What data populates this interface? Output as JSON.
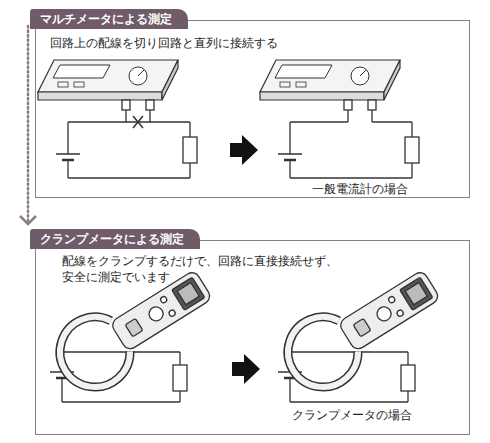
{
  "diagram": {
    "nodes": [
      {
        "text": [
          "マルチメータによる測定",
          "回路上の配線を切り回路と直列に接続する"
        ]
      },
      {
        "text": [
          "クランプメータによる測定",
          "配線をクランプするだけで、回路に直接接続せず、 安全に測定でいます"
        ]
      }
    ],
    "edges": [
      {
        "from": 0,
        "to": 1,
        "arrow": "to"
      }
    ],
    "labels": [
      "一般電流計の場合",
      "クランプメータの場合"
    ]
  }
}
